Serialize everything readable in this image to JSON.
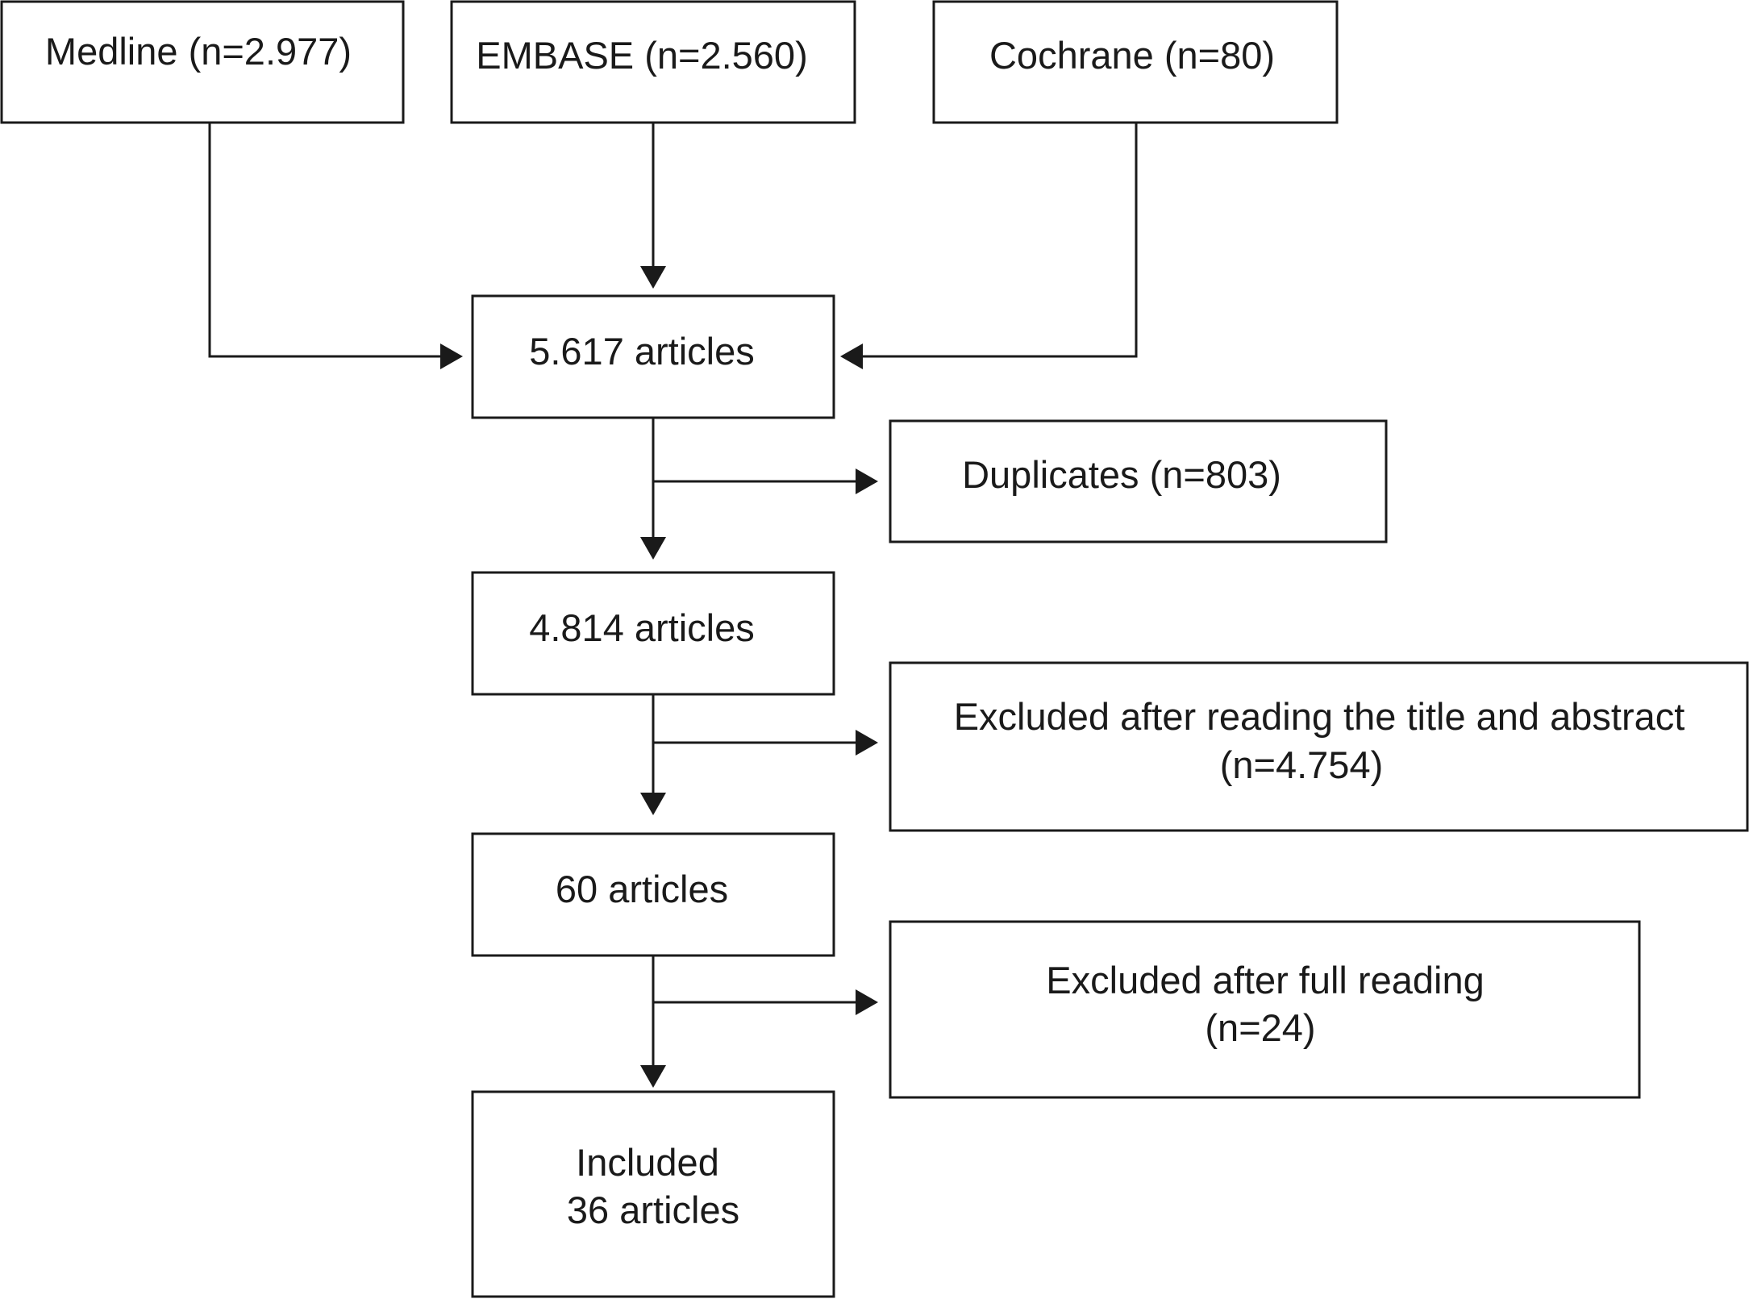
{
  "sources": {
    "medline": "Medline (n=2.977)",
    "embase": "EMBASE (n=2.560)",
    "cochrane": "Cochrane (n=80)"
  },
  "stages": {
    "total": "5.617 articles",
    "after_duplicates": "4.814 articles",
    "after_screening": "60 articles",
    "included_line1": "Included",
    "included_line2": "36 articles"
  },
  "exclusions": {
    "duplicates": "Duplicates (n=803)",
    "title_abstract_line1": "Excluded after reading the title and abstract",
    "title_abstract_line2": "(n=4.754)",
    "full_reading_line1": "Excluded after full reading",
    "full_reading_line2": "(n=24)"
  }
}
